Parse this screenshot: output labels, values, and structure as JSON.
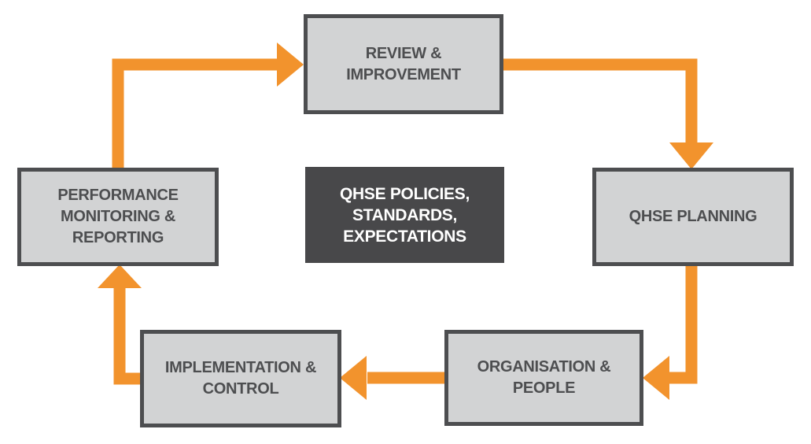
{
  "colors": {
    "background": "#FFFFFF",
    "arrow": "#F2932D",
    "node_fill": "#D2D3D4",
    "node_border": "#4D4E50",
    "node_text": "#4D4E50",
    "center_fill": "#48484A",
    "center_text": "#FFFFFF"
  },
  "nodes": {
    "review": {
      "label": "REVIEW & IMPROVEMENT"
    },
    "planning": {
      "label": "QHSE PLANNING"
    },
    "organisation": {
      "label": "ORGANISATION & PEOPLE"
    },
    "implementation": {
      "label": "IMPLEMENTATION &\nCONTROL"
    },
    "performance": {
      "label": "PERFORMANCE\nMONITORING &\nREPORTING"
    },
    "center": {
      "label": "QHSE POLICIES,\nSTANDARDS,\nEXPECTATIONS"
    }
  },
  "flow": [
    {
      "from": "review",
      "to": "planning"
    },
    {
      "from": "planning",
      "to": "organisation"
    },
    {
      "from": "organisation",
      "to": "implementation"
    },
    {
      "from": "implementation",
      "to": "performance"
    },
    {
      "from": "performance",
      "to": "review"
    }
  ]
}
